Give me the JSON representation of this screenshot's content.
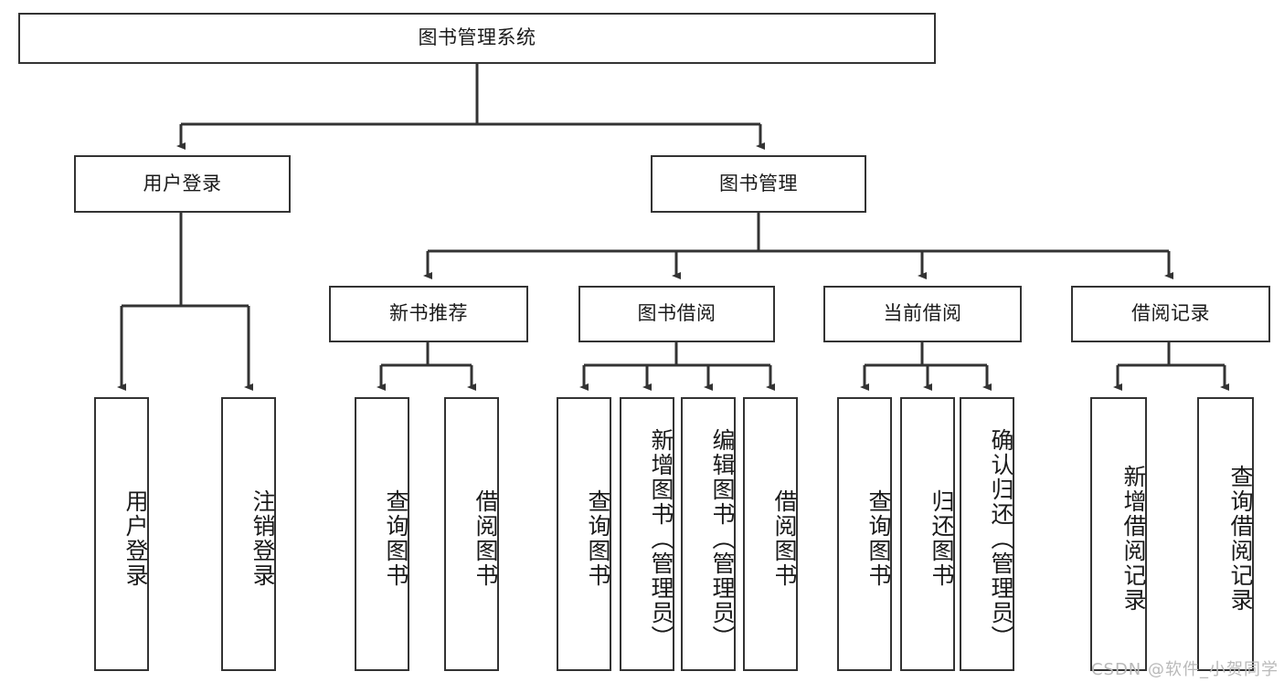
{
  "diagram": {
    "title": "图书管理系统",
    "root": {
      "label": "图书管理系统"
    },
    "level2": [
      {
        "label": "用户登录"
      },
      {
        "label": "图书管理"
      }
    ],
    "level3": [
      {
        "label": "新书推荐"
      },
      {
        "label": "图书借阅"
      },
      {
        "label": "当前借阅"
      },
      {
        "label": "借阅记录"
      }
    ],
    "leaves": {
      "user_login": [
        {
          "label": "用户登录"
        },
        {
          "label": "注销登录"
        }
      ],
      "new_book": [
        {
          "label": "查询图书"
        },
        {
          "label": "借阅图书"
        }
      ],
      "book_borrow": [
        {
          "label": "查询图书"
        },
        {
          "label": "新增图书（管理员）"
        },
        {
          "label": "编辑图书（管理员）"
        },
        {
          "label": "借阅图书"
        }
      ],
      "current_borrow": [
        {
          "label": "查询图书"
        },
        {
          "label": "归还图书"
        },
        {
          "label": "确认归还（管理员）"
        }
      ],
      "borrow_record": [
        {
          "label": "新增借阅记录"
        },
        {
          "label": "查询借阅记录"
        }
      ]
    }
  },
  "watermark": {
    "text": "CSDN @软件_小贺同学"
  },
  "colors": {
    "border": "#333333",
    "background": "#ffffff",
    "text": "#1a1a1a",
    "watermark": "#b9b9b9"
  }
}
